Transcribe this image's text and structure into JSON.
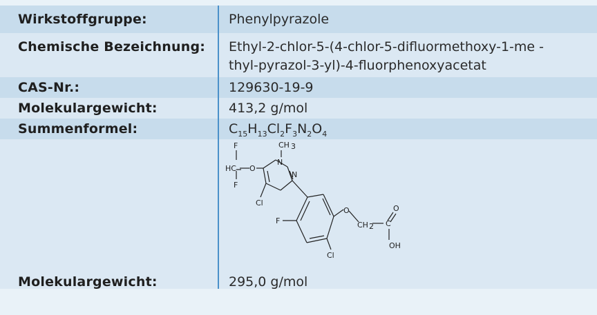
{
  "rows": [
    {
      "label": "Wirkstoffgruppe:",
      "value": "Phenylpyrazole"
    },
    {
      "label": "Chemische Bezeichnung:",
      "value_line1": "Ethyl-2-chlor-5-(4-chlor-5-difluormethoxy-1-me -",
      "value_line2": "thyl-pyrazol-3-yl)-4-fluorphenoxyacetat"
    },
    {
      "label": "CAS-Nr.:",
      "value": "129630-19-9"
    },
    {
      "label": "Molekulargewicht:",
      "value": "413,2 g/mol"
    },
    {
      "label": "Summenformel:",
      "formula": [
        {
          "el": "C",
          "n": "15"
        },
        {
          "el": "H",
          "n": "13"
        },
        {
          "el": "Cl",
          "n": "2"
        },
        {
          "el": "F",
          "n": "3"
        },
        {
          "el": "N",
          "n": "2"
        },
        {
          "el": "O",
          "n": "4"
        }
      ]
    },
    {
      "label": "",
      "structure_atoms": {
        "f_top": "F",
        "hc": "HC",
        "o1": "O",
        "f_bot": "F",
        "n1": "N",
        "ch3": "CH",
        "ch3_sub": "3",
        "n2": "N",
        "cl1": "Cl",
        "f_ring": "F",
        "o2": "O",
        "ch2": "CH",
        "ch2_sub": "2",
        "c": "C",
        "o3": "O",
        "oh": "OH",
        "cl2": "Cl"
      }
    },
    {
      "label": "Molekulargewicht:",
      "value": "295,0 g/mol"
    }
  ],
  "colors": {
    "dark_row": "#c7dcec",
    "light_row": "#dbe8f3",
    "divider": "#4a90c9",
    "background": "#e9f2f8"
  }
}
